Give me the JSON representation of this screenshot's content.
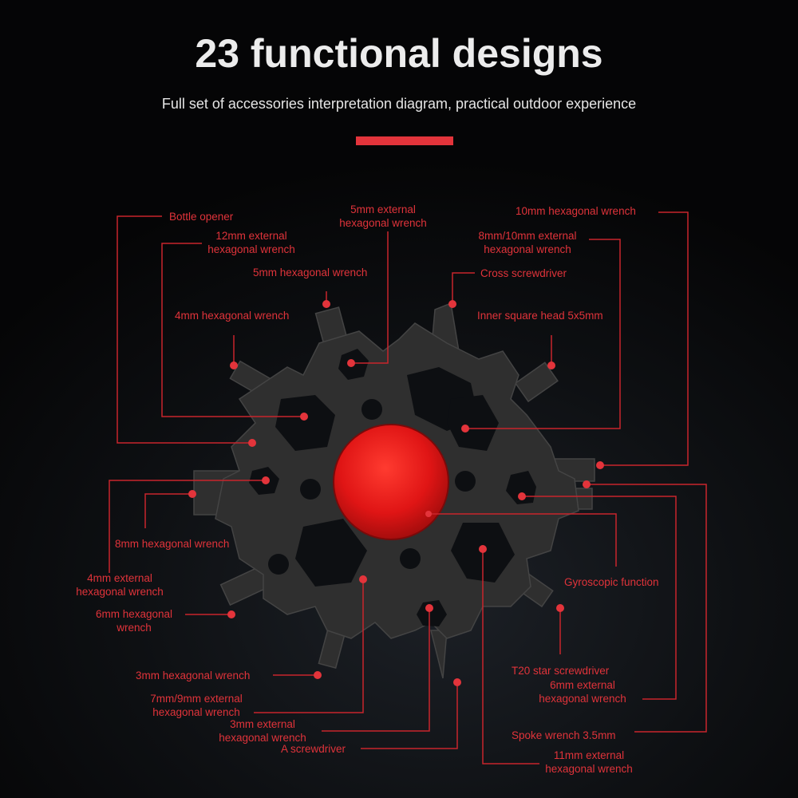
{
  "header": {
    "title": "23 functional designs",
    "subtitle": "Full set of accessories interpretation diagram, practical outdoor experience",
    "accent_color": "#e3343b"
  },
  "diagram": {
    "label_color": "#e0333a",
    "tool_color": "#2e2e2e",
    "spinner_color": "#e01c1c",
    "labels": [
      {
        "id": "bottle-opener",
        "lines": [
          "Bottle opener"
        ]
      },
      {
        "id": "12mm-external",
        "lines": [
          "12mm external",
          "hexagonal wrench"
        ]
      },
      {
        "id": "5mm-external",
        "lines": [
          "5mm external",
          "hexagonal wrench"
        ]
      },
      {
        "id": "5mm-hex",
        "lines": [
          "5mm hexagonal wrench"
        ]
      },
      {
        "id": "4mm-hex",
        "lines": [
          "4mm hexagonal wrench"
        ]
      },
      {
        "id": "10mm-hex",
        "lines": [
          "10mm hexagonal wrench"
        ]
      },
      {
        "id": "8-10mm-external",
        "lines": [
          "8mm/10mm external",
          "hexagonal wrench"
        ]
      },
      {
        "id": "cross-screwdriver",
        "lines": [
          "Cross screwdriver"
        ]
      },
      {
        "id": "inner-square",
        "lines": [
          "Inner square head 5x5mm"
        ]
      },
      {
        "id": "8mm-hex",
        "lines": [
          "8mm hexagonal wrench"
        ]
      },
      {
        "id": "4mm-external",
        "lines": [
          "4mm external",
          "hexagonal wrench"
        ]
      },
      {
        "id": "6mm-hex",
        "lines": [
          "6mm hexagonal",
          "wrench"
        ]
      },
      {
        "id": "3mm-hex",
        "lines": [
          "3mm hexagonal wrench"
        ]
      },
      {
        "id": "7-9mm-external",
        "lines": [
          "7mm/9mm external",
          "hexagonal wrench"
        ]
      },
      {
        "id": "3mm-external",
        "lines": [
          "3mm external",
          "hexagonal wrench"
        ]
      },
      {
        "id": "a-screwdriver",
        "lines": [
          "A screwdriver"
        ]
      },
      {
        "id": "gyroscopic",
        "lines": [
          "Gyroscopic function"
        ]
      },
      {
        "id": "t20-star",
        "lines": [
          "T20 star screwdriver"
        ]
      },
      {
        "id": "6mm-external",
        "lines": [
          "6mm external",
          "hexagonal wrench"
        ]
      },
      {
        "id": "spoke-wrench",
        "lines": [
          "Spoke wrench 3.5mm"
        ]
      },
      {
        "id": "11mm-external",
        "lines": [
          "11mm external",
          "hexagonal wrench"
        ]
      }
    ]
  }
}
